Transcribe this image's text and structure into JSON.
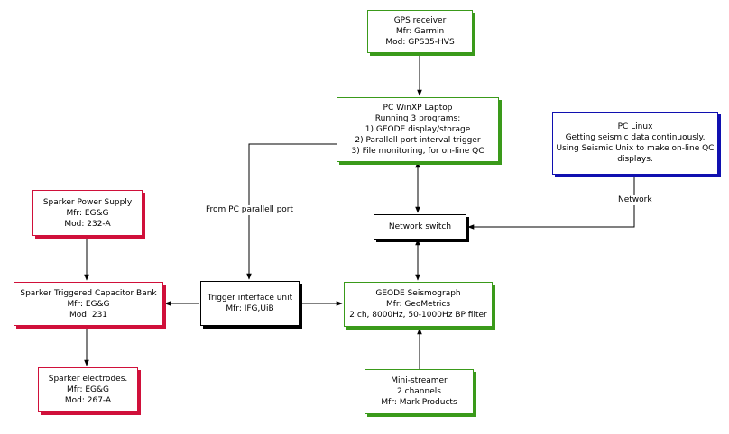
{
  "colors": {
    "green": "#3a9a1a",
    "red": "#d0103a",
    "blue": "#1010b0",
    "black": "#000000"
  },
  "gps": {
    "lines": [
      "GPS receiver",
      "Mfr: Garmin",
      "Mod: GPS35-HVS"
    ]
  },
  "laptop": {
    "lines": [
      "PC WinXP Laptop",
      "Running 3 programs:",
      "1) GEODE display/storage",
      "2) Parallell port interval trigger",
      "3) File monitoring, for on-line QC"
    ]
  },
  "linux": {
    "lines": [
      "PC Linux",
      "Getting seismic data continuously.",
      "Using Seismic Unix to make on-line QC",
      "displays."
    ]
  },
  "switch": {
    "label": "Network switch"
  },
  "geode": {
    "lines": [
      "GEODE Seismograph",
      "Mfr: GeoMetrics",
      "2 ch, 8000Hz, 50-1000Hz BP filter"
    ]
  },
  "trigger": {
    "lines": [
      "Trigger interface unit",
      "Mfr: IFG,UiB"
    ]
  },
  "power": {
    "lines": [
      "Sparker Power Supply",
      "Mfr: EG&G",
      "Mod: 232-A"
    ]
  },
  "capacitor": {
    "lines": [
      "Sparker Triggered Capacitor Bank",
      "Mfr: EG&G",
      "Mod: 231"
    ]
  },
  "electrodes": {
    "lines": [
      "Sparker electrodes.",
      "Mfr: EG&G",
      "Mod: 267-A"
    ]
  },
  "streamer": {
    "lines": [
      "Mini-streamer",
      "2 channels",
      "Mfr: Mark Products"
    ]
  },
  "labels": {
    "parallel_port": "From PC parallell port",
    "network": "Network"
  }
}
